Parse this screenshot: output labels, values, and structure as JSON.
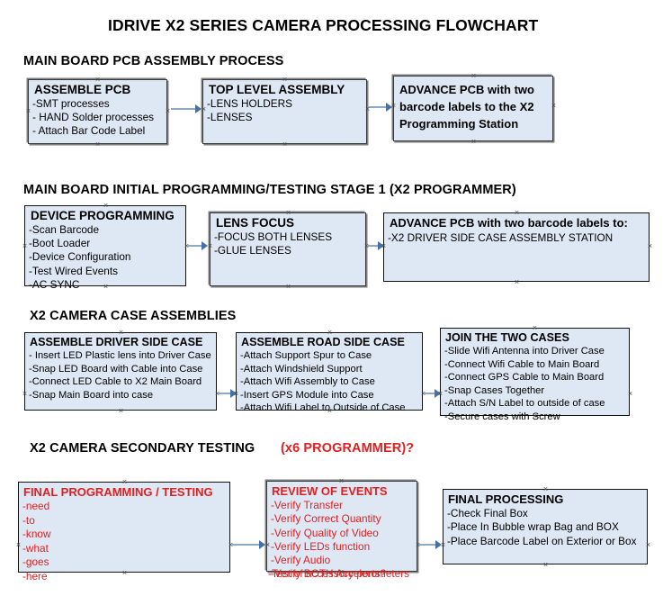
{
  "document": {
    "title": "IDRIVE X2  SERIES CAMERA PROCESSING FLOWCHART",
    "accent_red": "#e02020",
    "box_fill": "#dee7f4",
    "connector_color": "#8fa9c4",
    "arrowhead_color": "#4472a8"
  },
  "sections": [
    {
      "id": "main-board-pcb-assembly",
      "heading": "MAIN BOARD PCB ASSEMBLY PROCESS",
      "heading_suffix": "",
      "boxes": [
        {
          "id": "assemble-pcb",
          "title": "ASSEMBLE PCB",
          "lines": [
            "-SMT processes",
            "- HAND Solder processes",
            "- Attach Bar Code Label"
          ]
        },
        {
          "id": "top-level-assembly",
          "title": "TOP LEVEL ASSEMBLY",
          "lines": [
            "-LENS HOLDERS",
            "-LENSES"
          ]
        },
        {
          "id": "advance-pcb-x2-programming-station",
          "title": "ADVANCE PCB with two barcode labels to the  X2 Programming Station",
          "lines": []
        }
      ]
    },
    {
      "id": "main-board-initial-programming",
      "heading": "MAIN BOARD INITIAL PROGRAMMING/TESTING STAGE 1 (X2 PROGRAMMER)",
      "heading_suffix": "",
      "boxes": [
        {
          "id": "device-programming",
          "title": "DEVICE PROGRAMMING",
          "lines": [
            "-Scan Barcode",
            "-Boot Loader",
            "-Device Configuration",
            "-Test Wired Events",
            "-AC SYNC"
          ]
        },
        {
          "id": "lens-focus",
          "title": "LENS FOCUS",
          "lines": [
            "-FOCUS BOTH LENSES",
            "-GLUE LENSES"
          ]
        },
        {
          "id": "advance-pcb-driver-side-case",
          "title": "ADVANCE PCB with two barcode labels to:",
          "lines": [
            "-X2 DRIVER  SIDE  CASE  ASSEMBLY STATION"
          ]
        }
      ]
    },
    {
      "id": "x2-camera-case-assemblies",
      "heading": "X2 CAMERA CASE ASSEMBLIES",
      "heading_suffix": "",
      "boxes": [
        {
          "id": "assemble-driver-side-case",
          "title": "ASSEMBLE DRIVER SIDE CASE",
          "lines": [
            "- Insert LED Plastic lens into Driver Case",
            "-Snap LED Board with Cable into Case",
            "-Connect LED Cable to X2 Main Board",
            "-Snap Main Board into case"
          ]
        },
        {
          "id": "assemble-road-side-case",
          "title": "ASSEMBLE ROAD SIDE CASE",
          "lines": [
            "-Attach Support Spur to Case",
            "-Attach Windshield Support",
            "-Attach Wifi Assembly to Case",
            "-Insert GPS Module into Case",
            "-Attach Wifi Label to Outside of Case"
          ]
        },
        {
          "id": "join-the-two-cases",
          "title": "JOIN THE TWO CASES",
          "lines": [
            "-Slide Wifi Antenna into Driver Case",
            "-Connect Wifi Cable to Main Board",
            "-Connect GPS Cable to Main Board",
            "-Snap Cases Together",
            "-Attach S/N Label to outside of case",
            "-Secure cases with Screw"
          ]
        }
      ]
    },
    {
      "id": "x2-camera-secondary-testing",
      "heading": "X2 CAMERA SECONDARY TESTING",
      "heading_suffix": "(x6 PROGRAMMER)?",
      "boxes": [
        {
          "id": "final-programming-testing",
          "title": "FINAL PROGRAMMING / TESTING",
          "lines": [
            "-need",
            "-to",
            "-know",
            "-what",
            "-goes",
            "-here"
          ]
        },
        {
          "id": "review-of-events",
          "title": "REVIEW OF EVENTS",
          "lines": [
            "-Verify Transfer",
            "-Verify Correct Quantity",
            "-Verify Quality of Video",
            "-Verify LEDs function",
            "-Verify Audio",
            "-Verify BOTH Accelerometers"
          ],
          "overflow_line": "-Test of accessory ports?"
        },
        {
          "id": "final-processing",
          "title": "FINAL PROCESSING",
          "lines": [
            " -Check Final Box",
            "-Place In Bubble wrap Bag and BOX",
            "-Place Barcode Label on Exterior or Box"
          ]
        }
      ]
    }
  ]
}
